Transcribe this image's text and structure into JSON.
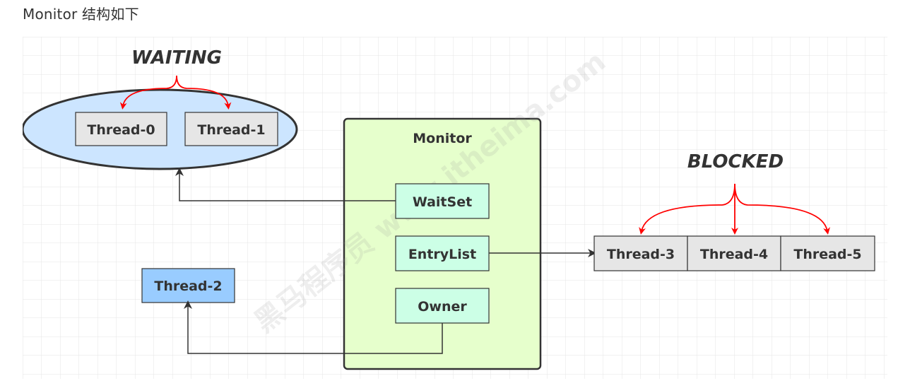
{
  "caption": "Monitor 结构如下",
  "diagram": {
    "waiting_label": "WAITING",
    "blocked_label": "BLOCKED",
    "monitor": {
      "title": "Monitor",
      "wait_set": "WaitSet",
      "entry_list": "EntryList",
      "owner": "Owner"
    },
    "waiting_threads": [
      "Thread-0",
      "Thread-1"
    ],
    "blocked_threads": [
      "Thread-3",
      "Thread-4",
      "Thread-5"
    ],
    "owner_thread": "Thread-2",
    "watermark": "黑马程序员 www.itheima.com"
  },
  "colors": {
    "monitor_fill": "#e6ffcc",
    "slot_fill": "#ccffe6",
    "ellipse_fill": "#cce5ff",
    "thread_fill": "#e6e6e6",
    "owner_thread_fill": "#99ccff",
    "red_arrow": "#ff0000",
    "connector": "#333333"
  }
}
